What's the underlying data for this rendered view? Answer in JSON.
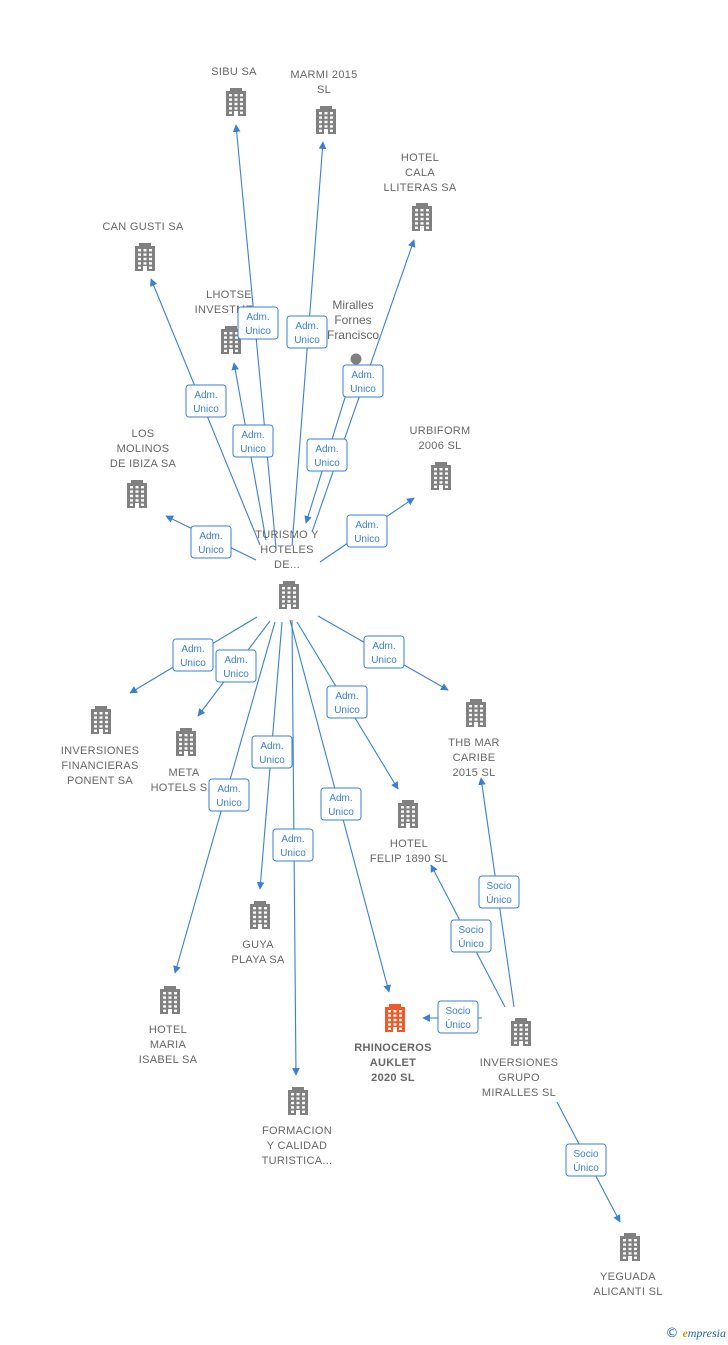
{
  "colors": {
    "edge": "#3a7fd5",
    "company": "#808080",
    "focus": "#f05a28",
    "label": "#666666"
  },
  "nodes": [
    {
      "id": "turismo",
      "lines": [
        "TURISMO Y",
        "HOTELES",
        "DE..."
      ],
      "kind": "company"
    },
    {
      "id": "sibu",
      "lines": [
        "SIBU SA"
      ],
      "kind": "company"
    },
    {
      "id": "marmi",
      "lines": [
        "MARMI 2015",
        "SL"
      ],
      "kind": "company"
    },
    {
      "id": "cala",
      "lines": [
        "HOTEL",
        "CALA",
        "LLITERAS SA"
      ],
      "kind": "company"
    },
    {
      "id": "cangusti",
      "lines": [
        "CAN GUSTI SA"
      ],
      "kind": "company"
    },
    {
      "id": "lhotse",
      "lines": [
        "LHOTSE",
        "INVESTME..."
      ],
      "kind": "company"
    },
    {
      "id": "miralles",
      "lines": [
        "Miralles",
        "Fornes",
        "Francisco"
      ],
      "kind": "person"
    },
    {
      "id": "molinos",
      "lines": [
        "LOS",
        "MOLINOS",
        "DE IBIZA SA"
      ],
      "kind": "company"
    },
    {
      "id": "urbiform",
      "lines": [
        "URBIFORM",
        "2006  SL"
      ],
      "kind": "company"
    },
    {
      "id": "invfin",
      "lines": [
        "INVERSIONES",
        "FINANCIERAS",
        "PONENT SA"
      ],
      "kind": "company"
    },
    {
      "id": "meta",
      "lines": [
        "META",
        "HOTELS S..."
      ],
      "kind": "company"
    },
    {
      "id": "thb",
      "lines": [
        "THB MAR",
        "CARIBE",
        "2015  SL"
      ],
      "kind": "company"
    },
    {
      "id": "felip",
      "lines": [
        "HOTEL",
        "FELIP 1890 SL"
      ],
      "kind": "company"
    },
    {
      "id": "guya",
      "lines": [
        "GUYA",
        "PLAYA SA"
      ],
      "kind": "company"
    },
    {
      "id": "maria",
      "lines": [
        "HOTEL",
        "MARIA",
        "ISABEL SA"
      ],
      "kind": "company"
    },
    {
      "id": "rhino",
      "lines": [
        "RHINOCEROS",
        "AUKLET",
        "2020  SL"
      ],
      "kind": "focus"
    },
    {
      "id": "formacion",
      "lines": [
        "FORMACION",
        "Y CALIDAD",
        "TURISTICA..."
      ],
      "kind": "company"
    },
    {
      "id": "invgrupo",
      "lines": [
        "INVERSIONES",
        "GRUPO",
        "MIRALLES SL"
      ],
      "kind": "company"
    },
    {
      "id": "yeguada",
      "lines": [
        "YEGUADA",
        "ALICANTI  SL"
      ],
      "kind": "company"
    }
  ],
  "edges": [
    {
      "from": "turismo",
      "to": "sibu",
      "label": [
        "Adm.",
        "Unico"
      ]
    },
    {
      "from": "turismo",
      "to": "marmi",
      "label": [
        "Adm.",
        "Unico"
      ]
    },
    {
      "from": "turismo",
      "to": "cala",
      "label": [
        "Adm.",
        "Unico"
      ]
    },
    {
      "from": "turismo",
      "to": "cangusti",
      "label": [
        "Adm.",
        "Unico"
      ]
    },
    {
      "from": "turismo",
      "to": "lhotse",
      "label": [
        "Adm.",
        "Unico"
      ]
    },
    {
      "from": "miralles",
      "to": "turismo",
      "label": [
        "Adm.",
        "Unico"
      ]
    },
    {
      "from": "turismo",
      "to": "molinos",
      "label": [
        "Adm.",
        "Unico"
      ]
    },
    {
      "from": "turismo",
      "to": "urbiform",
      "label": [
        "Adm.",
        "Unico"
      ]
    },
    {
      "from": "turismo",
      "to": "invfin",
      "label": [
        "Adm.",
        "Unico"
      ]
    },
    {
      "from": "turismo",
      "to": "meta",
      "label": [
        "Adm.",
        "Unico"
      ]
    },
    {
      "from": "turismo",
      "to": "thb",
      "label": [
        "Adm.",
        "Unico"
      ]
    },
    {
      "from": "turismo",
      "to": "felip",
      "label": [
        "Adm.",
        "Unico"
      ]
    },
    {
      "from": "turismo",
      "to": "guya",
      "label": [
        "Adm.",
        "Unico"
      ]
    },
    {
      "from": "turismo",
      "to": "maria",
      "label": [
        "Adm.",
        "Unico"
      ]
    },
    {
      "from": "turismo",
      "to": "rhino",
      "label": [
        "Adm.",
        "Unico"
      ]
    },
    {
      "from": "turismo",
      "to": "formacion",
      "label": [
        "Adm.",
        "Unico"
      ]
    },
    {
      "from": "invgrupo",
      "to": "thb",
      "label": [
        "Socio",
        "Único"
      ]
    },
    {
      "from": "invgrupo",
      "to": "felip",
      "label": [
        "Socio",
        "Único"
      ]
    },
    {
      "from": "invgrupo",
      "to": "rhino",
      "label": [
        "Socio",
        "Único"
      ]
    },
    {
      "from": "invgrupo",
      "to": "yeguada",
      "label": [
        "Socio",
        "Único"
      ]
    }
  ],
  "footer": {
    "copyright": "©",
    "brand_initial": "e",
    "brand_rest": "mpresia"
  }
}
